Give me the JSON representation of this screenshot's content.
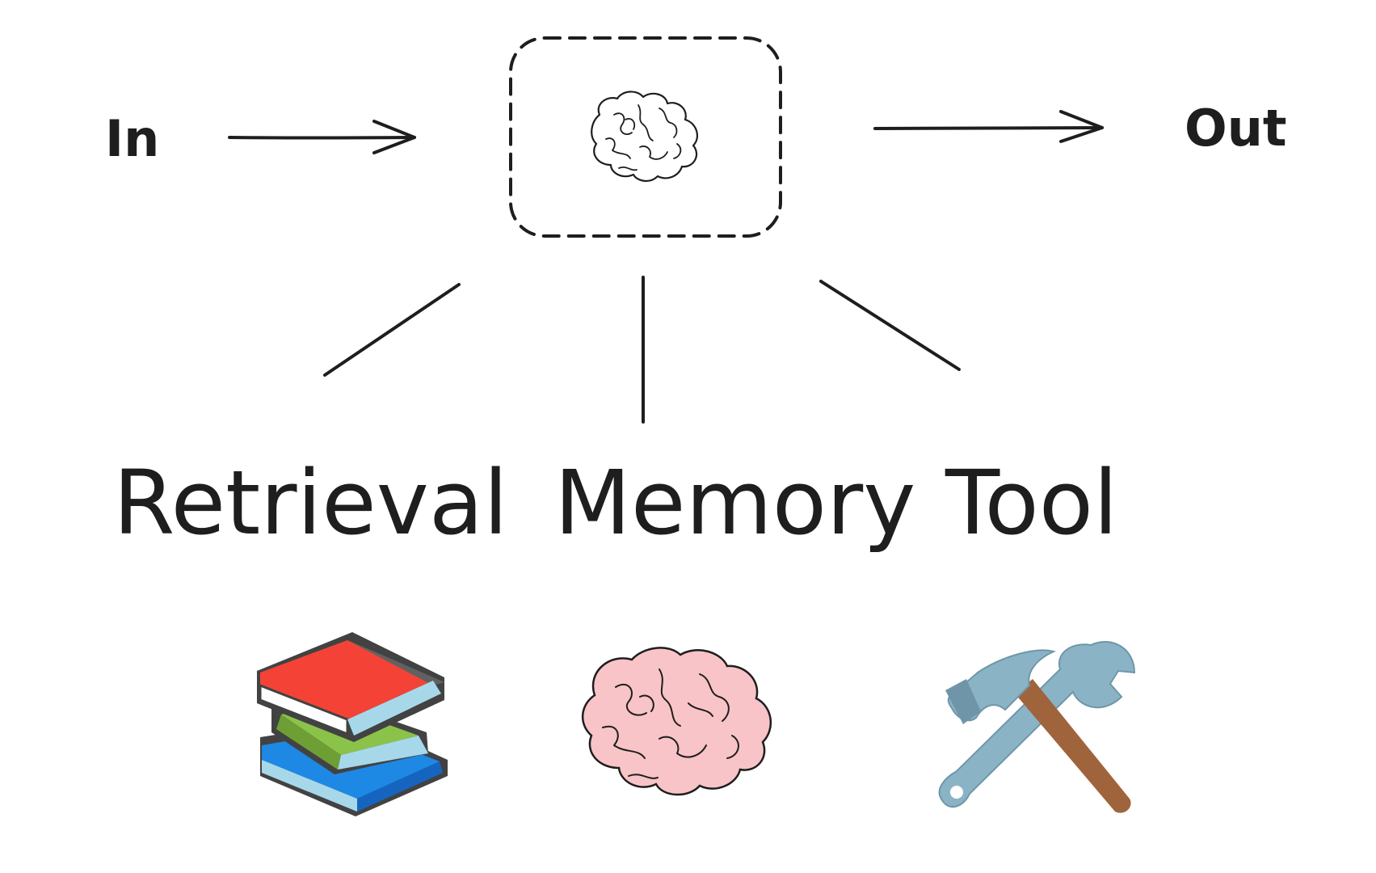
{
  "labels": {
    "input": "In",
    "output": "Out"
  },
  "branches": [
    {
      "label": "Retrieval",
      "icon": "books-icon"
    },
    {
      "label": "Memory",
      "icon": "brain-icon"
    },
    {
      "label": "Tool",
      "icon": "hammer-wrench-icon"
    }
  ],
  "center_node": {
    "icon": "brain-outline-icon"
  },
  "colors": {
    "ink": "#1e1e1e",
    "brain_pink": "#f9c4c7",
    "book_red": "#f44336",
    "book_green": "#8bc34a",
    "book_blue": "#1e88e5",
    "book_cover_dark": "#424242",
    "book_pages": "#a7d8ea",
    "tool_steel": "#8ab4c6",
    "tool_handle": "#a0643c"
  }
}
